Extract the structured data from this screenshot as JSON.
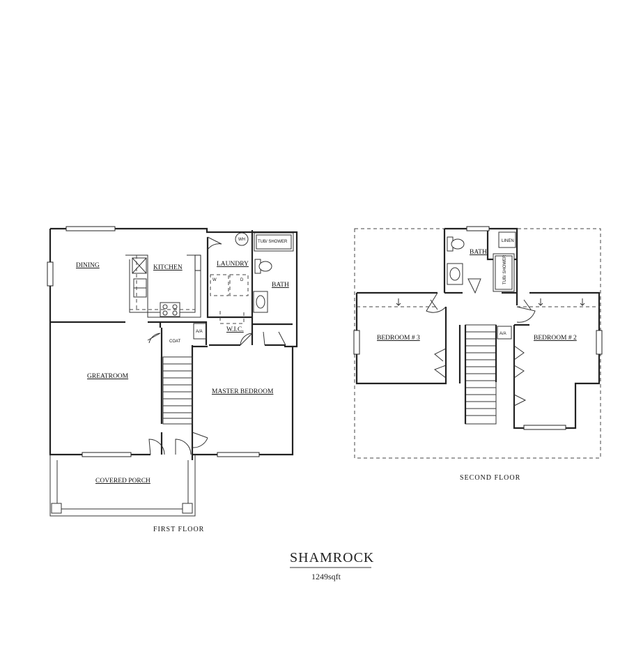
{
  "first_floor": {
    "caption": "FIRST FLOOR",
    "rooms": {
      "dining": "DINING",
      "kitchen": "KITCHEN",
      "laundry": "LAUNDRY",
      "bath": "BATH",
      "wic": "W.I.C.",
      "coat": "COAT",
      "ac": "A/A",
      "greatroom": "GREATROOM",
      "master": "MASTER BEDROOM",
      "porch": "COVERED PORCH"
    },
    "fixtures": {
      "water_heater": "WH",
      "tub_shower": "TUB/ SHOWER",
      "washer": "W",
      "dryer": "D"
    }
  },
  "second_floor": {
    "caption": "SECOND FLOOR",
    "rooms": {
      "bath": "BATH",
      "linen": "LINEN",
      "bedroom3": "BEDROOM # 3",
      "bedroom2": "BEDROOM # 2",
      "ac": "A/A"
    },
    "fixtures": {
      "tub_shower": "TUB/ SHOWER"
    }
  },
  "plan": {
    "name": "SHAMROCK",
    "area": "1249sqft"
  }
}
